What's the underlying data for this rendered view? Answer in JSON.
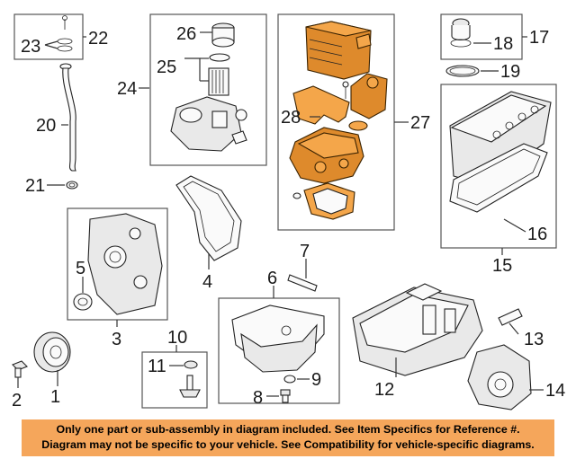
{
  "callouts": {
    "c1": "1",
    "c2": "2",
    "c3": "3",
    "c4": "4",
    "c5": "5",
    "c6": "6",
    "c7": "7",
    "c8": "8",
    "c9": "9",
    "c10": "10",
    "c11": "11",
    "c12": "12",
    "c13": "13",
    "c14": "14",
    "c15": "15",
    "c16": "16",
    "c17": "17",
    "c18": "18",
    "c19": "19",
    "c20": "20",
    "c21": "21",
    "c22": "22",
    "c23": "23",
    "c24": "24",
    "c25": "25",
    "c26": "26",
    "c27": "27",
    "c28": "28"
  },
  "notice": {
    "line1": "Only one part or sub-assembly in diagram included. See Item Specifics for Reference #.",
    "line2": "Diagram may not be specific to your vehicle. See Compatibility for vehicle-specific diagrams."
  },
  "colors": {
    "highlight": "#f4a64a",
    "banner": "#f5a65b"
  }
}
